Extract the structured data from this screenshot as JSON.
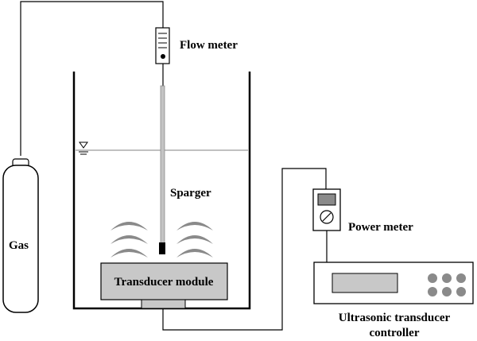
{
  "labels": {
    "flow_meter": "Flow meter",
    "gas": "Gas",
    "sparger": "Sparger",
    "power_meter": "Power meter",
    "transducer_module": "Transducer module",
    "controller_line1": "Ultrasonic transducer",
    "controller_line2": "controller"
  },
  "colors": {
    "line": "#000000",
    "module_fill": "#c8c8c8",
    "wave_fill": "#8a8a8a",
    "water_line": "#9a9a9a",
    "sparger_tube": "#b5b5b5"
  }
}
